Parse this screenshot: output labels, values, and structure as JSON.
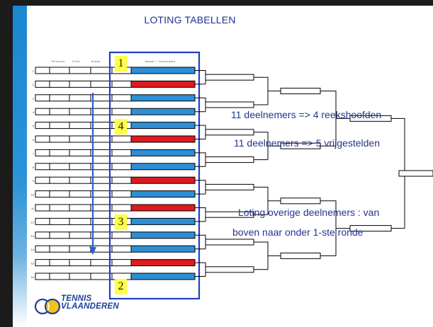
{
  "title": "LOTING TABELLEN",
  "columns": {
    "telefoon": "Telefoon",
    "club": "Club",
    "klass": "Klass.",
    "naam": "Naam + Voornaam"
  },
  "rows": [
    {
      "num": "1",
      "fill": "blue"
    },
    {
      "num": "2",
      "fill": "red"
    },
    {
      "num": "3",
      "fill": "blue"
    },
    {
      "num": "4",
      "fill": "blue"
    },
    {
      "num": "5",
      "fill": "blue"
    },
    {
      "num": "6",
      "fill": "red"
    },
    {
      "num": "7",
      "fill": "blue"
    },
    {
      "num": "8",
      "fill": "blue"
    },
    {
      "num": "9",
      "fill": "red"
    },
    {
      "num": "10",
      "fill": "blue"
    },
    {
      "num": "11",
      "fill": "red"
    },
    {
      "num": "12",
      "fill": "blue"
    },
    {
      "num": "13",
      "fill": "blue"
    },
    {
      "num": "14",
      "fill": "blue"
    },
    {
      "num": "15",
      "fill": "red"
    },
    {
      "num": "16",
      "fill": "blue"
    }
  ],
  "seeds": [
    {
      "label": "1",
      "row": 1
    },
    {
      "label": "4",
      "row": 5
    },
    {
      "label": "3",
      "row": 12
    },
    {
      "label": "2",
      "row": 16
    }
  ],
  "notes": {
    "seeds": "11 deelnemers => 4 reekshoofden",
    "byes": "11 deelnemers => 5 vrijgestelden",
    "draw_line1": "Loting overige deelnemers : van",
    "draw_line2": "boven naar onder 1-ste ronde"
  },
  "logo": {
    "line1": "TENNIS",
    "line2": "VLAANDEREN"
  },
  "colors": {
    "title": "#1f2f8f",
    "note": "#24348f",
    "player_blue": "#2d8fd5",
    "player_red": "#e0191e",
    "frame": "#1f3fbf",
    "seed_box": "#ffff44",
    "arrow": "#2a5fc9",
    "accent_bar": "#1b87d0"
  }
}
